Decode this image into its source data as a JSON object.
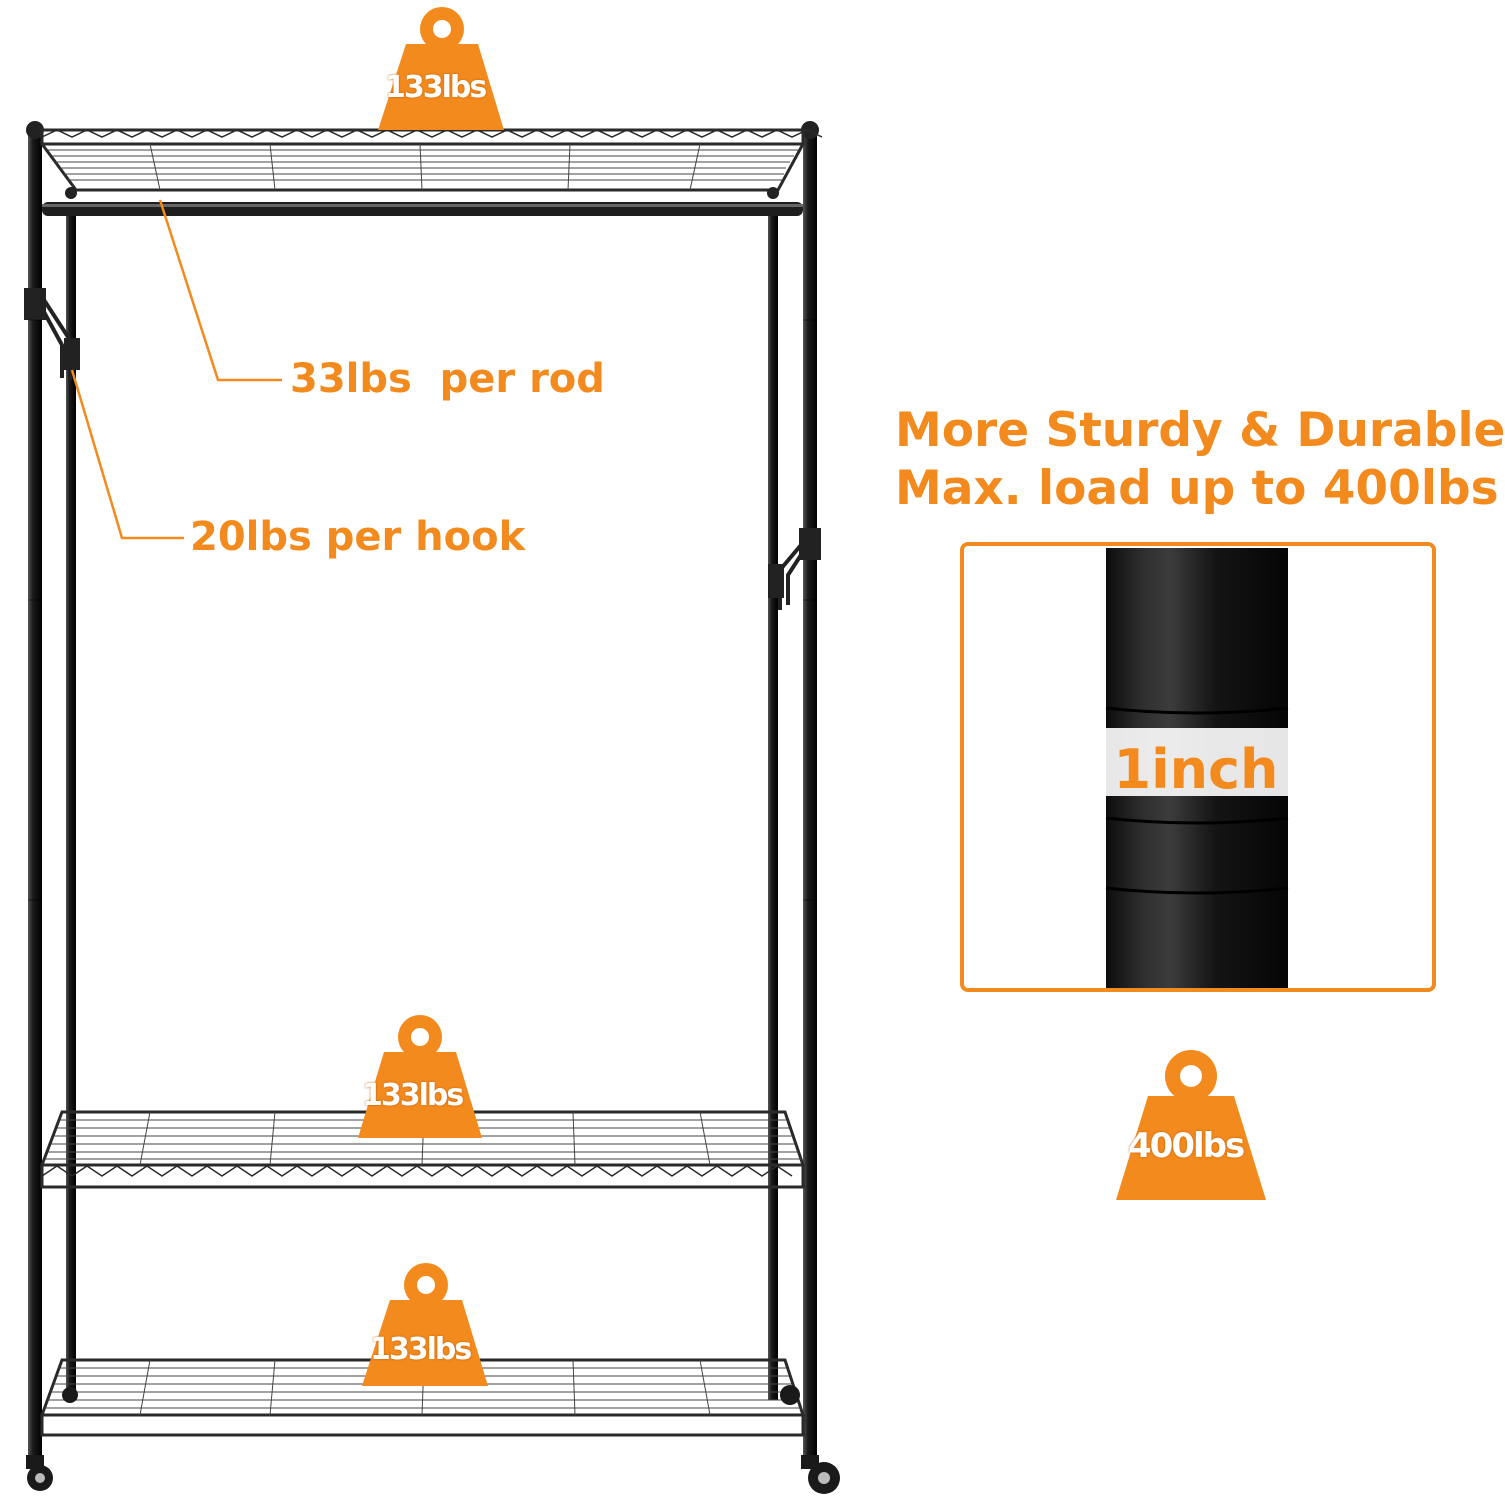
{
  "product": {
    "top_shelf_load": "133lbs",
    "middle_shelf_load": "133lbs",
    "bottom_shelf_load": "133lbs",
    "rod_callout": "33lbs  per rod",
    "hook_callout": "20lbs per hook"
  },
  "detail": {
    "headline_line1": "More Sturdy & Durable",
    "headline_line2": "Max. load up to 400lbs",
    "pole_label": "1inch",
    "max_load": "400lbs"
  },
  "colors": {
    "accent": "#f28a1e",
    "frame": "#1c1c1c",
    "background": "#ffffff"
  }
}
